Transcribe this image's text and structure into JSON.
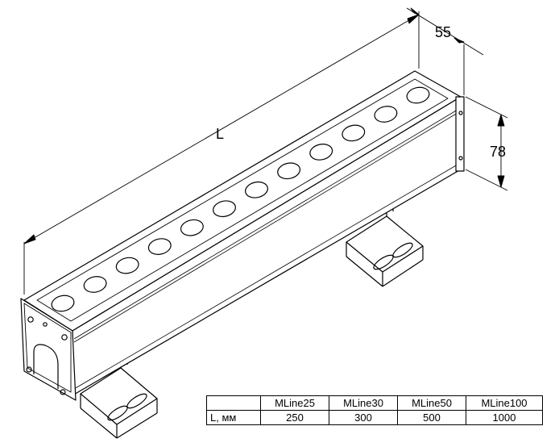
{
  "dimensions": {
    "length": "L",
    "width": "55",
    "height": "78"
  },
  "table": {
    "header": [
      "",
      "MLine25",
      "MLine30",
      "MLine50",
      "MLine100"
    ],
    "rows": [
      {
        "label": "L, мм",
        "values": [
          "250",
          "300",
          "500",
          "1000"
        ]
      }
    ]
  },
  "lens_count": 12
}
